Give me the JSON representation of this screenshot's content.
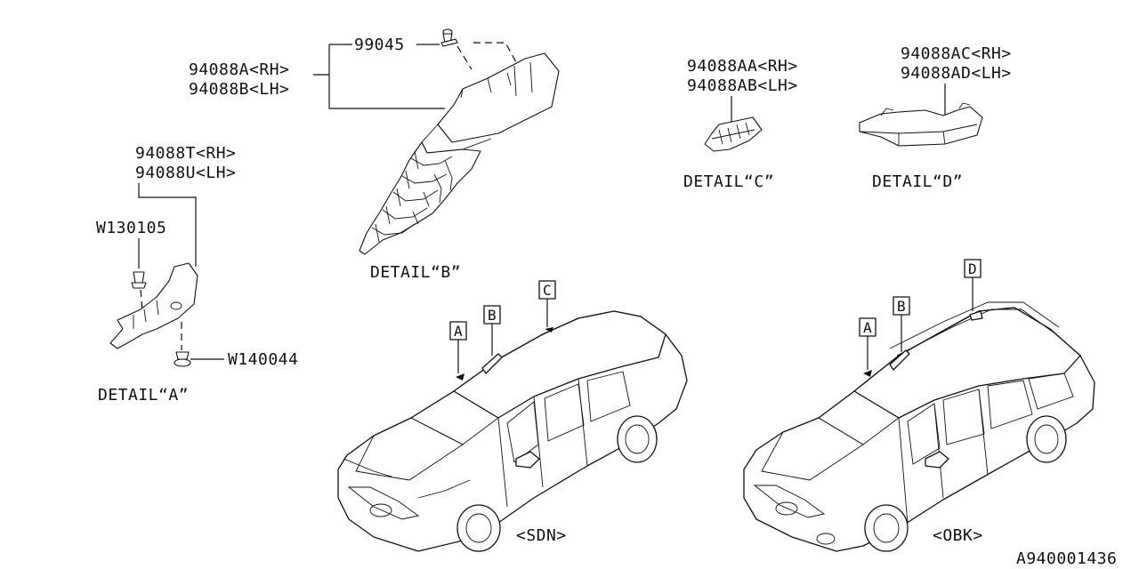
{
  "labels": {
    "p99045": "99045",
    "p94088A": "94088A<RH>",
    "p94088B": "94088B<LH>",
    "p94088T": "94088T<RH>",
    "p94088U": "94088U<LH>",
    "pW130105": "W130105",
    "pW140044": "W140044",
    "p94088AA": "94088AA<RH>",
    "p94088AB": "94088AB<LH>",
    "p94088AC": "94088AC<RH>",
    "p94088AD": "94088AD<LH>"
  },
  "details": {
    "a": "DETAIL“A”",
    "b": "DETAIL“B”",
    "c": "DETAIL“C”",
    "d": "DETAIL“D”"
  },
  "callouts": {
    "sdn_a": "A",
    "sdn_b": "B",
    "sdn_c": "C",
    "obk_a": "A",
    "obk_b": "B",
    "obk_d": "D"
  },
  "variants": {
    "sedan": "<SDN>",
    "outback": "<OBK>"
  },
  "figure_id": "A940001436"
}
